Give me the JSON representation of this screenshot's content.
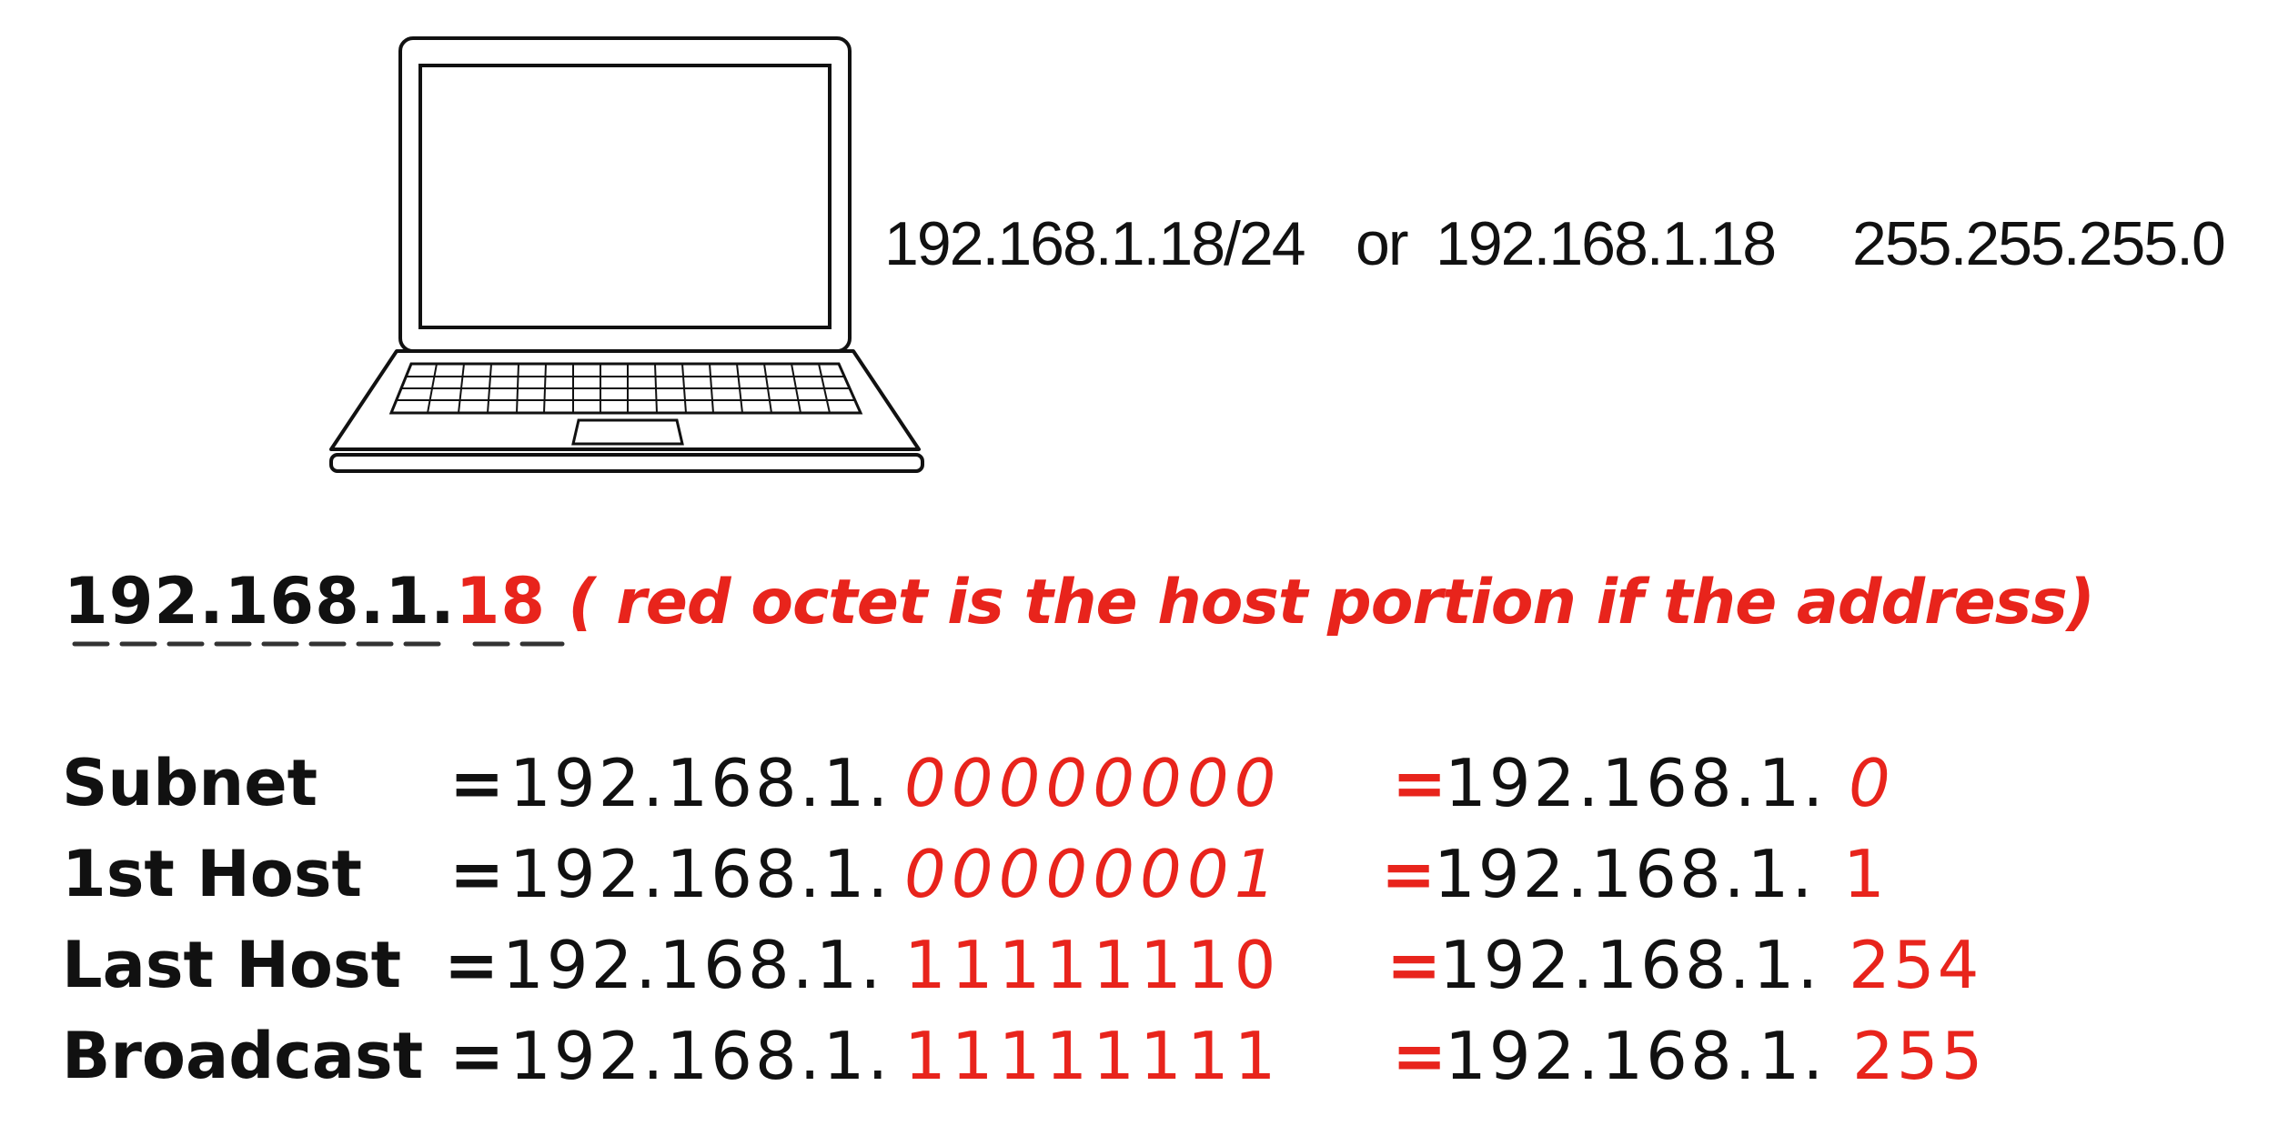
{
  "header": {
    "cidr_notation": "192.168.1.18/24",
    "or_word": "or",
    "plain_ip": "192.168.1.18",
    "subnet_mask": "255.255.255.0"
  },
  "address": {
    "network_part": "192.168.1.",
    "host_octet": "18",
    "note": "( red octet is the host portion if the address)"
  },
  "rows": [
    {
      "label": "Subnet",
      "eq": "=",
      "prefix": "192.168.1.",
      "bits": "00000000",
      "eq2": "=",
      "result_prefix": "192.168.1.",
      "decimal": "0"
    },
    {
      "label": "1st Host",
      "eq": "=",
      "prefix": "192.168.1.",
      "bits": "00000001",
      "eq2": "=",
      "result_prefix": "192.168.1.",
      "decimal": "1"
    },
    {
      "label": "Last Host",
      "eq": "=",
      "prefix": "192.168.1.",
      "bits": "11111110",
      "eq2": "=",
      "result_prefix": "192.168.1.",
      "decimal": "254"
    },
    {
      "label": "Broadcast",
      "eq": "=",
      "prefix": "192.168.1.",
      "bits": "11111111",
      "eq2": "=",
      "result_prefix": "192.168.1.",
      "decimal": "255"
    }
  ],
  "colors": {
    "host_red": "#e8241c",
    "text_black": "#111111",
    "background": "#ffffff"
  },
  "icons": {
    "device": "laptop-icon"
  }
}
